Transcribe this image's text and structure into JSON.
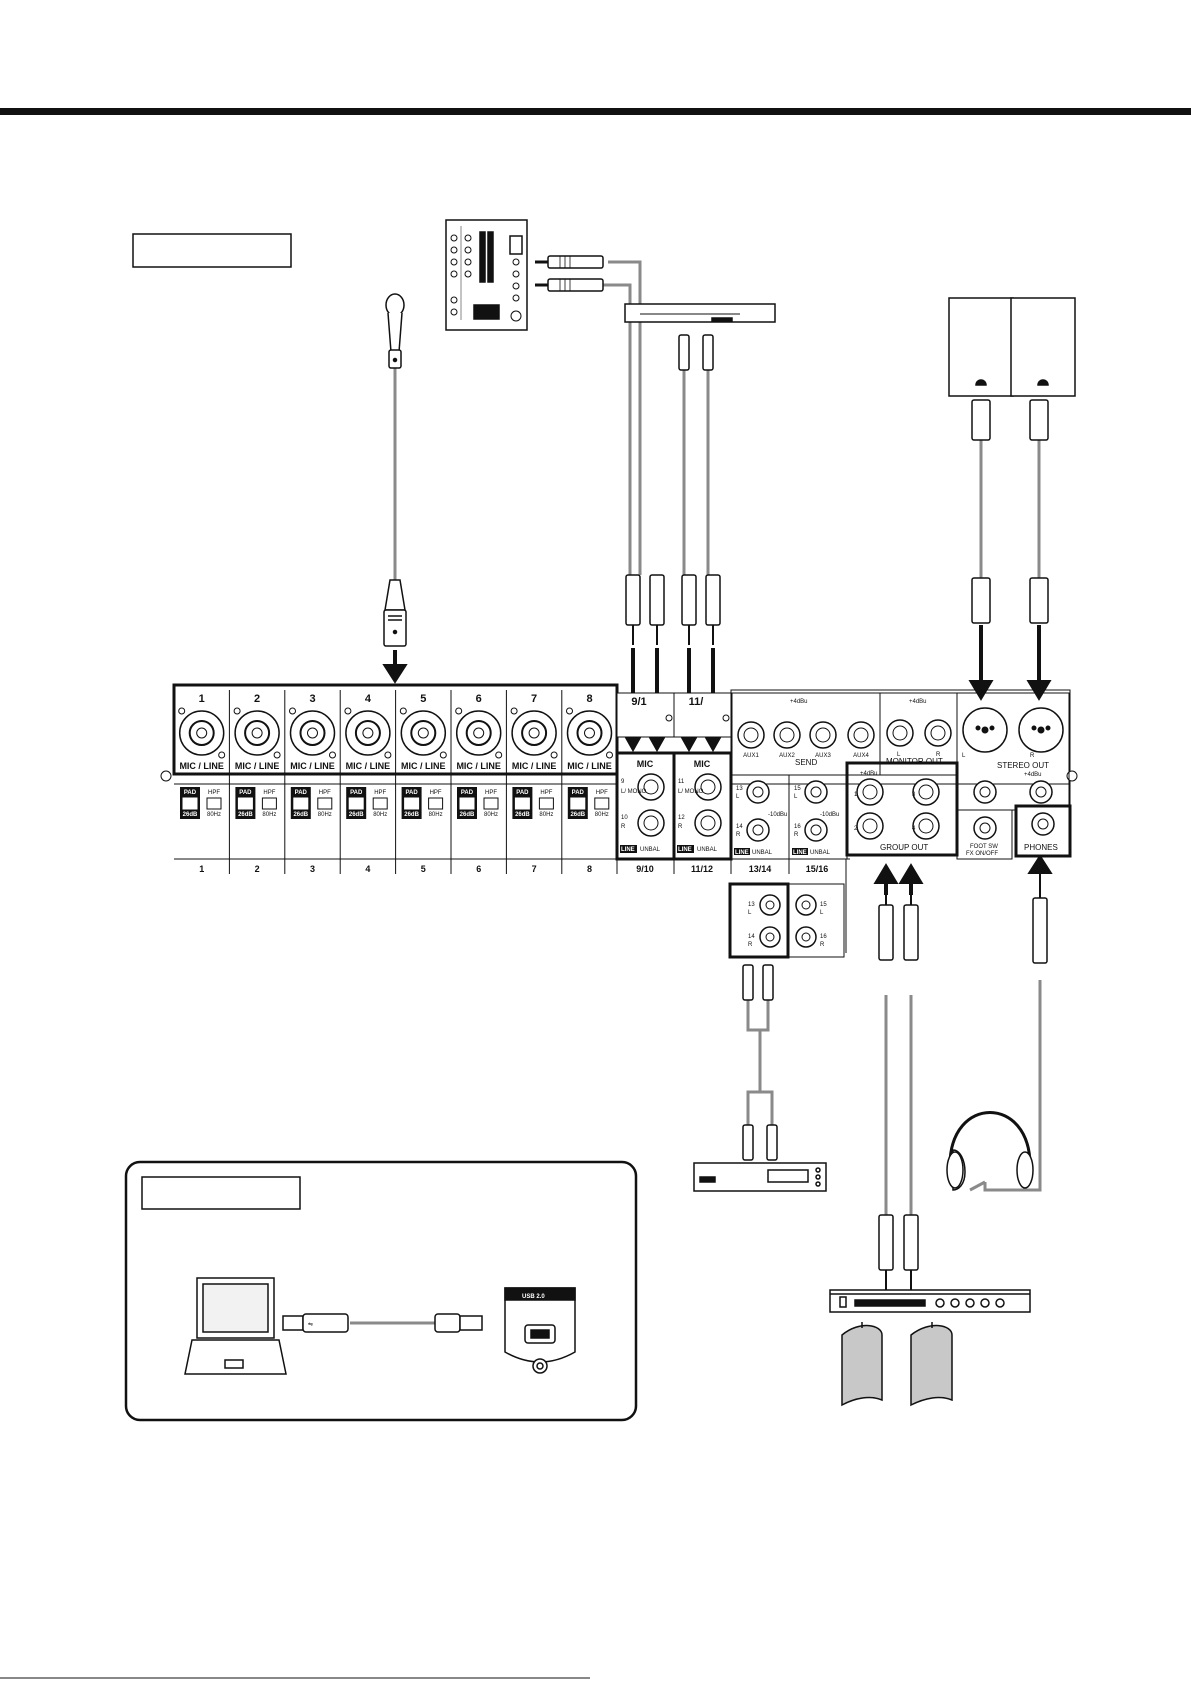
{
  "mic_line_channels": [
    {
      "num": "1",
      "label": "MIC / LINE"
    },
    {
      "num": "2",
      "label": "MIC / LINE"
    },
    {
      "num": "3",
      "label": "MIC / LINE"
    },
    {
      "num": "4",
      "label": "MIC / LINE"
    },
    {
      "num": "5",
      "label": "MIC / LINE"
    },
    {
      "num": "6",
      "label": "MIC / LINE"
    },
    {
      "num": "7",
      "label": "MIC / LINE"
    },
    {
      "num": "8",
      "label": "MIC / LINE"
    }
  ],
  "pad_label_top": "PAD",
  "pad_label_bottom": "26dB",
  "hpf_label_top": "HPF",
  "hpf_label_bottom": "80Hz",
  "bottom_channel_numbers": [
    "1",
    "2",
    "3",
    "4",
    "5",
    "6",
    "7",
    "8",
    "9/10",
    "11/12",
    "13/14",
    "15/16"
  ],
  "stereo_channels": [
    {
      "title": "MIC",
      "top_num": "9",
      "top_sub": "L/ MONO",
      "bot_num": "10",
      "bot_sub": "R",
      "line": "LINE",
      "unbal": "UNBAL",
      "partial": "9/1"
    },
    {
      "title": "MIC",
      "top_num": "11",
      "top_sub": "L/ MONO",
      "bot_num": "12",
      "bot_sub": "R",
      "line": "LINE",
      "unbal": "UNBAL",
      "partial": "11/"
    }
  ],
  "ch1314": {
    "top": "13",
    "top_sub": "L",
    "bot": "14",
    "bot_sub": "R",
    "level": "-10dBu",
    "line": "LINE",
    "unbal": "UNBAL"
  },
  "ch1516": {
    "top": "15",
    "top_sub": "L",
    "bot": "16",
    "bot_sub": "R",
    "level": "-10dBu",
    "line": "LINE",
    "unbal": "UNBAL"
  },
  "rca_inputs": {
    "a": "13",
    "a_sub": "L",
    "b": "14",
    "b_sub": "R",
    "c": "15",
    "c_sub": "L",
    "d": "16",
    "d_sub": "R"
  },
  "send": {
    "level": "+4dBu",
    "labels": [
      "AUX1",
      "AUX2",
      "AUX3",
      "AUX4"
    ],
    "title": "SEND"
  },
  "monitor_out": {
    "level": "+4dBu",
    "l": "L",
    "r": "R",
    "title": "MONITOR OUT"
  },
  "stereo_out": {
    "l": "L",
    "r": "R",
    "title": "STEREO OUT",
    "level": "+4dBu"
  },
  "group_out": {
    "level": "+4dBu",
    "nums": [
      "1",
      "3",
      "2",
      "4"
    ],
    "title": "GROUP OUT"
  },
  "foot_sw": {
    "line1": "FOOT SW",
    "line2": "FX ON/OFF"
  },
  "phones": "PHONES",
  "usb_label": "USB 2.0",
  "colors": {
    "ink": "#111111",
    "cable": "#8a8a8a",
    "device_fill": "#f2f2f2",
    "speaker_fill": "#c8c8c8"
  }
}
